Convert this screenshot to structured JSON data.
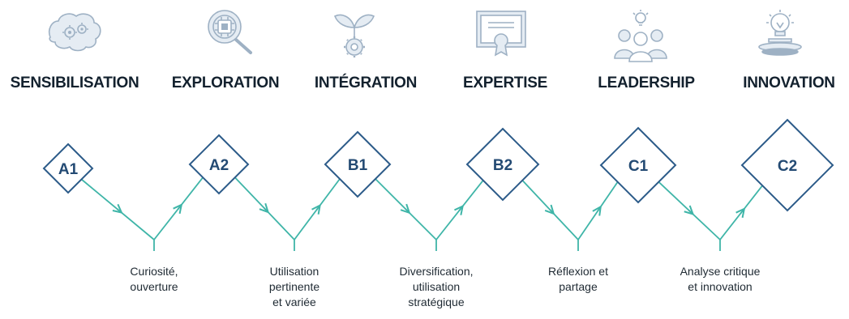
{
  "colors": {
    "diamond_stroke": "#2c5b89",
    "code_text": "#234a73",
    "path": "#3fb5a8",
    "icon": "#9eb1c4",
    "icon_fill": "#e5ecf3",
    "title_text": "#13212e"
  },
  "stages": [
    {
      "title": "SENSIBILISATION",
      "code": "A1",
      "icon": "brain-gears-icon"
    },
    {
      "title": "EXPLORATION",
      "code": "A2",
      "icon": "magnifier-chip-icon"
    },
    {
      "title": "INTÉGRATION",
      "code": "B1",
      "icon": "sprout-gear-icon"
    },
    {
      "title": "EXPERTISE",
      "code": "B2",
      "icon": "certificate-icon"
    },
    {
      "title": "LEADERSHIP",
      "code": "C1",
      "icon": "team-lightbulb-icon"
    },
    {
      "title": "INNOVATION",
      "code": "C2",
      "icon": "lightbulb-pedestal-icon"
    }
  ],
  "captions": [
    "Curiosité,\nouverture",
    "Utilisation\npertinente\net variée",
    "Diversification,\nutilisation\nstratégique",
    "Réflexion et\npartage",
    "Analyse critique\net innovation"
  ]
}
